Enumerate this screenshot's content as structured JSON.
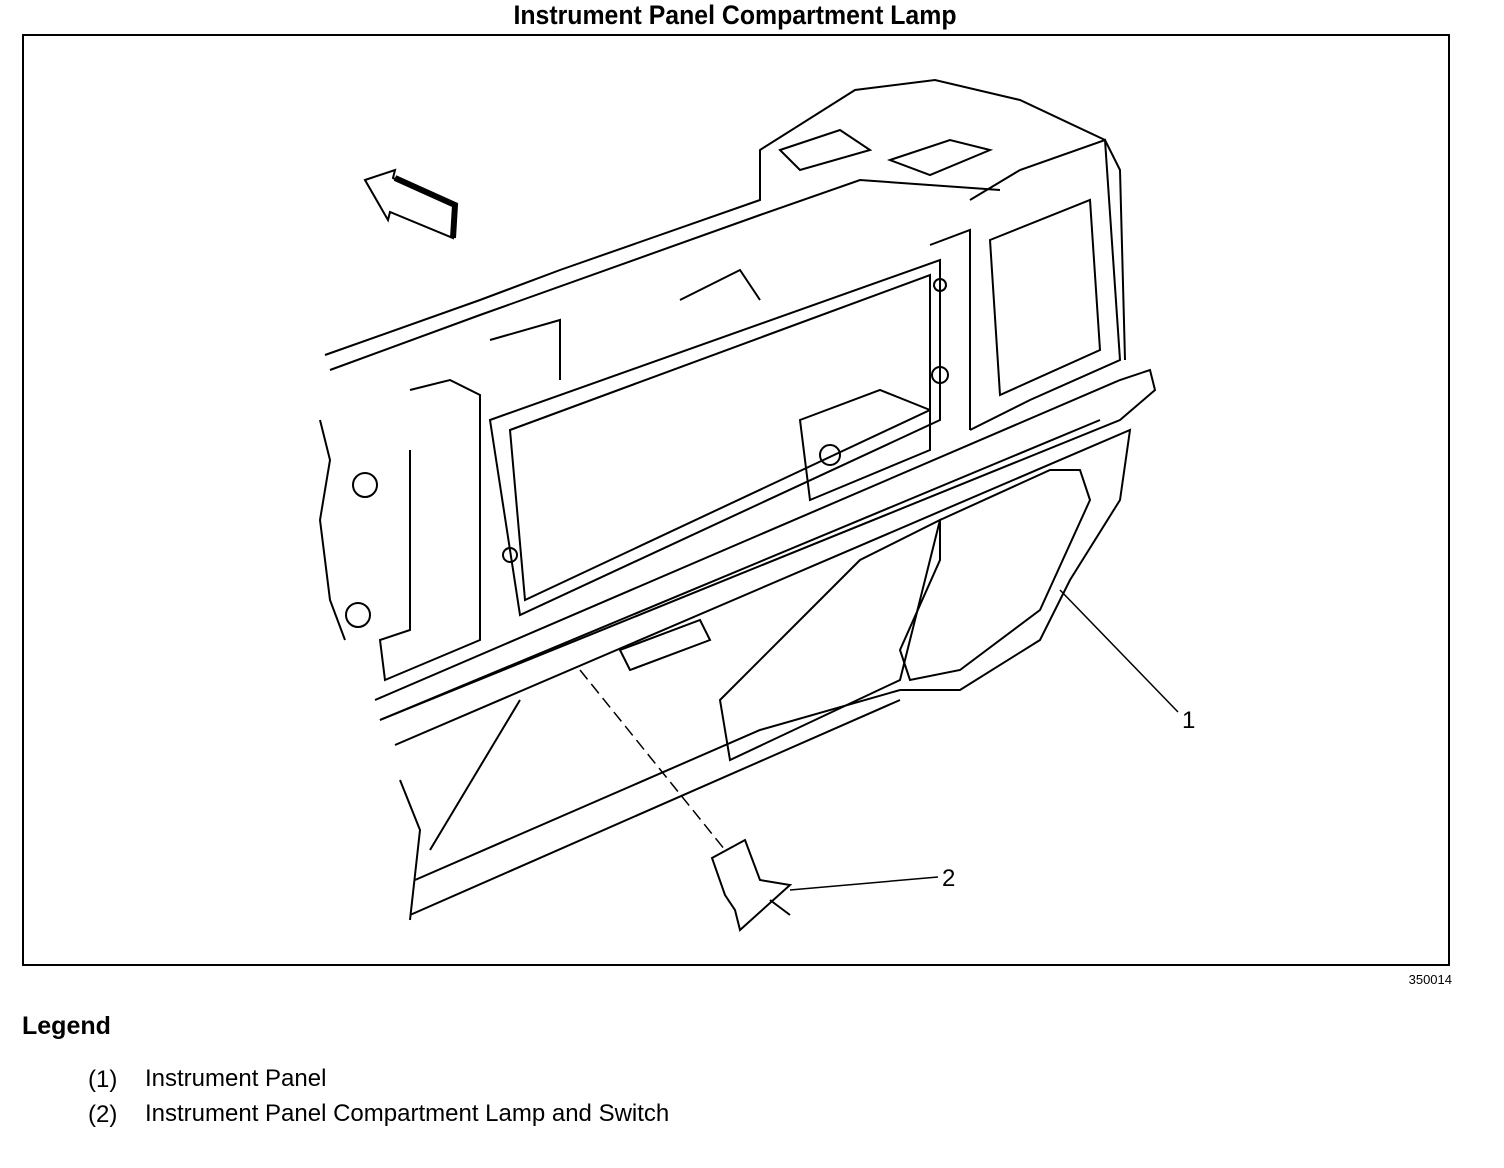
{
  "title": "Instrument Panel Compartment Lamp",
  "figure_id": "350014",
  "callouts": [
    "1",
    "2"
  ],
  "legend": {
    "heading": "Legend",
    "items": [
      {
        "num": "(1)",
        "text": "Instrument Panel"
      },
      {
        "num": "(2)",
        "text": "Instrument Panel Compartment Lamp and Switch"
      }
    ]
  }
}
